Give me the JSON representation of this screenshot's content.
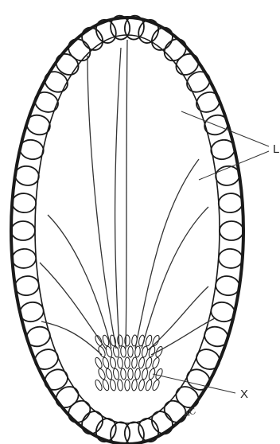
{
  "figure": {
    "labels": {
      "l": "L",
      "x": "X"
    },
    "signature": "AC",
    "colors": {
      "ink": "#1a1a1a",
      "paper": "#ffffff"
    }
  }
}
